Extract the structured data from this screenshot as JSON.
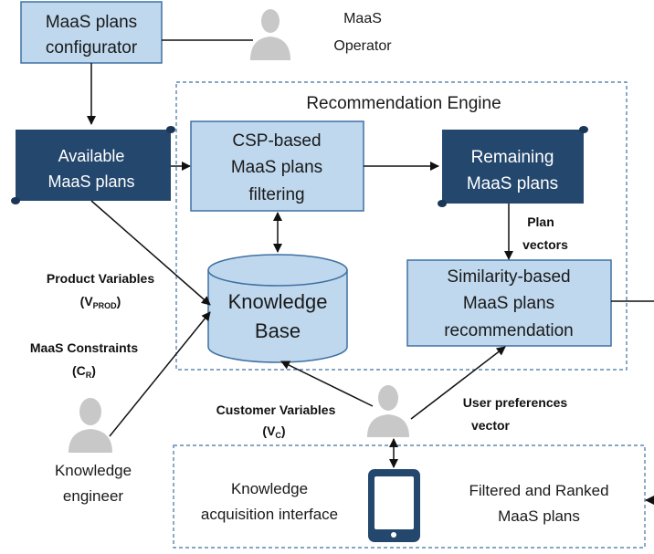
{
  "configurator": {
    "line1": "MaaS plans",
    "line2": "configurator"
  },
  "operator": {
    "line1": "MaaS",
    "line2": "Operator"
  },
  "engine": {
    "title": "Recommendation Engine"
  },
  "available": {
    "line1": "Available",
    "line2": "MaaS plans"
  },
  "csp": {
    "line1": "CSP-based",
    "line2": "MaaS plans",
    "line3": "filtering"
  },
  "remaining": {
    "line1": "Remaining",
    "line2": "MaaS plans"
  },
  "plan_vectors": {
    "line1": "Plan",
    "line2": "vectors"
  },
  "knowledge_base": {
    "line1": "Knowledge",
    "line2": "Base"
  },
  "similarity": {
    "line1": "Similarity-based",
    "line2": "MaaS plans",
    "line3": "recommendation"
  },
  "product_vars": {
    "line1": "Product Variables",
    "open": "(V",
    "sub": "PROD",
    "close": ")"
  },
  "constraints": {
    "line1": "MaaS Constraints",
    "open": "(C",
    "sub": "R",
    "close": ")"
  },
  "customer_vars": {
    "line1": "Customer Variables",
    "open": "(V",
    "sub": "C",
    "close": ")"
  },
  "user_prefs": {
    "line1": "User preferences",
    "line2": "vector"
  },
  "engineer": {
    "line1": "Knowledge",
    "line2": "engineer"
  },
  "acquisition": {
    "line1": "Knowledge",
    "line2": "acquisition interface"
  },
  "ranked": {
    "line1": "Filtered and Ranked",
    "line2": "MaaS plans"
  },
  "colors": {
    "light_box": "#bfd8ee",
    "dark_box": "#24476e",
    "border": "#3f70a3",
    "person": "#c8c8c8"
  }
}
